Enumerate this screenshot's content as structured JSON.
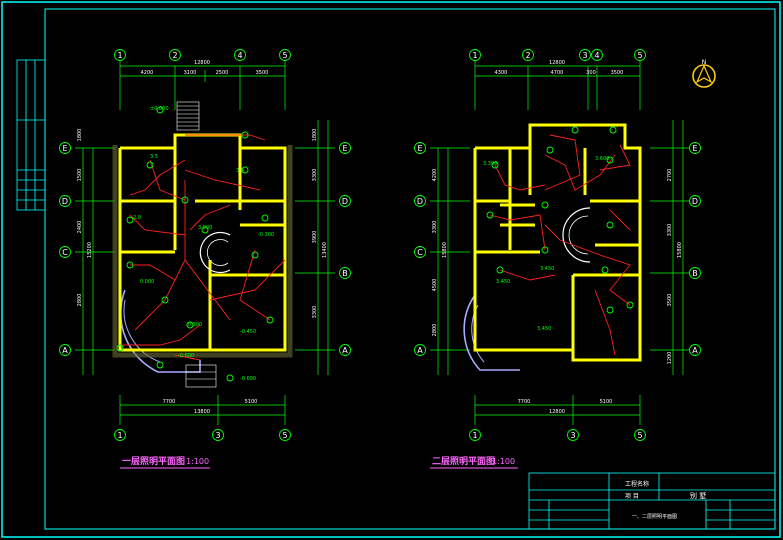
{
  "colors": {
    "background": "#000000",
    "frame": "#00ffff",
    "wall": "#ffff00",
    "wall_fill": "#6b6a3a",
    "grid_line": "#00ff00",
    "wiring": "#ff2020",
    "fixture": "#00ff00",
    "label": "#ffffff",
    "title": "#ff66ff",
    "dim": "#00ff00",
    "compass": "#ffcc00"
  },
  "plan_first": {
    "title": "一层照明平面图",
    "scale": "1:100",
    "top_axes": [
      "1",
      "2",
      "4",
      "5"
    ],
    "bottom_axes": [
      "1",
      "3",
      "5"
    ],
    "side_axes": [
      "E",
      "D",
      "C",
      "A"
    ],
    "right_axes": [
      "E",
      "D",
      "B",
      "A"
    ],
    "top_total": "12800",
    "top_dims": [
      "4200",
      "3100",
      "2500",
      "3500"
    ],
    "bottom_dims": [
      "7700",
      "5100"
    ],
    "bottom_total": "13800",
    "left_dims": [
      "1800",
      "1500",
      "2400",
      "2800"
    ],
    "left_total": "15200",
    "right_dims": [
      "1800",
      "3300",
      "3900",
      "3300"
    ],
    "right_total": "13400",
    "room_labels": [
      "3.5",
      "3.6",
      "2.0",
      "3.000",
      "-0.300",
      "0.000",
      "-0.450",
      "-0.300",
      "-0.600",
      "-0.600",
      "±0.000"
    ]
  },
  "plan_second": {
    "title": "二层照明平面图",
    "scale": "1:100",
    "top_axes": [
      "1",
      "2",
      "3",
      "4",
      "5"
    ],
    "bottom_axes": [
      "1",
      "3",
      "5"
    ],
    "side_axes": [
      "E",
      "D",
      "C",
      "A"
    ],
    "right_axes": [
      "E",
      "D",
      "B",
      "A"
    ],
    "top_total": "12800",
    "top_dims": [
      "4300",
      "4700",
      "300",
      "3500"
    ],
    "bottom_dims": [
      "7700",
      "5100"
    ],
    "bottom_total": "12800",
    "left_dims": [
      "4200",
      "3300",
      "4500",
      "2800"
    ],
    "left_total": "15800",
    "right_dims": [
      "2700",
      "3300",
      "3500",
      "1200"
    ],
    "right_total": "15800",
    "room_labels": [
      "3.300",
      "3.450",
      "3.450",
      "3.600",
      "3.450"
    ]
  },
  "title_block": {
    "project_label": "工程名称",
    "item_label": "项 目",
    "drawing_name": "一、二层照明平面图",
    "item_value": "别 墅"
  },
  "compass": {
    "letter": "N"
  }
}
